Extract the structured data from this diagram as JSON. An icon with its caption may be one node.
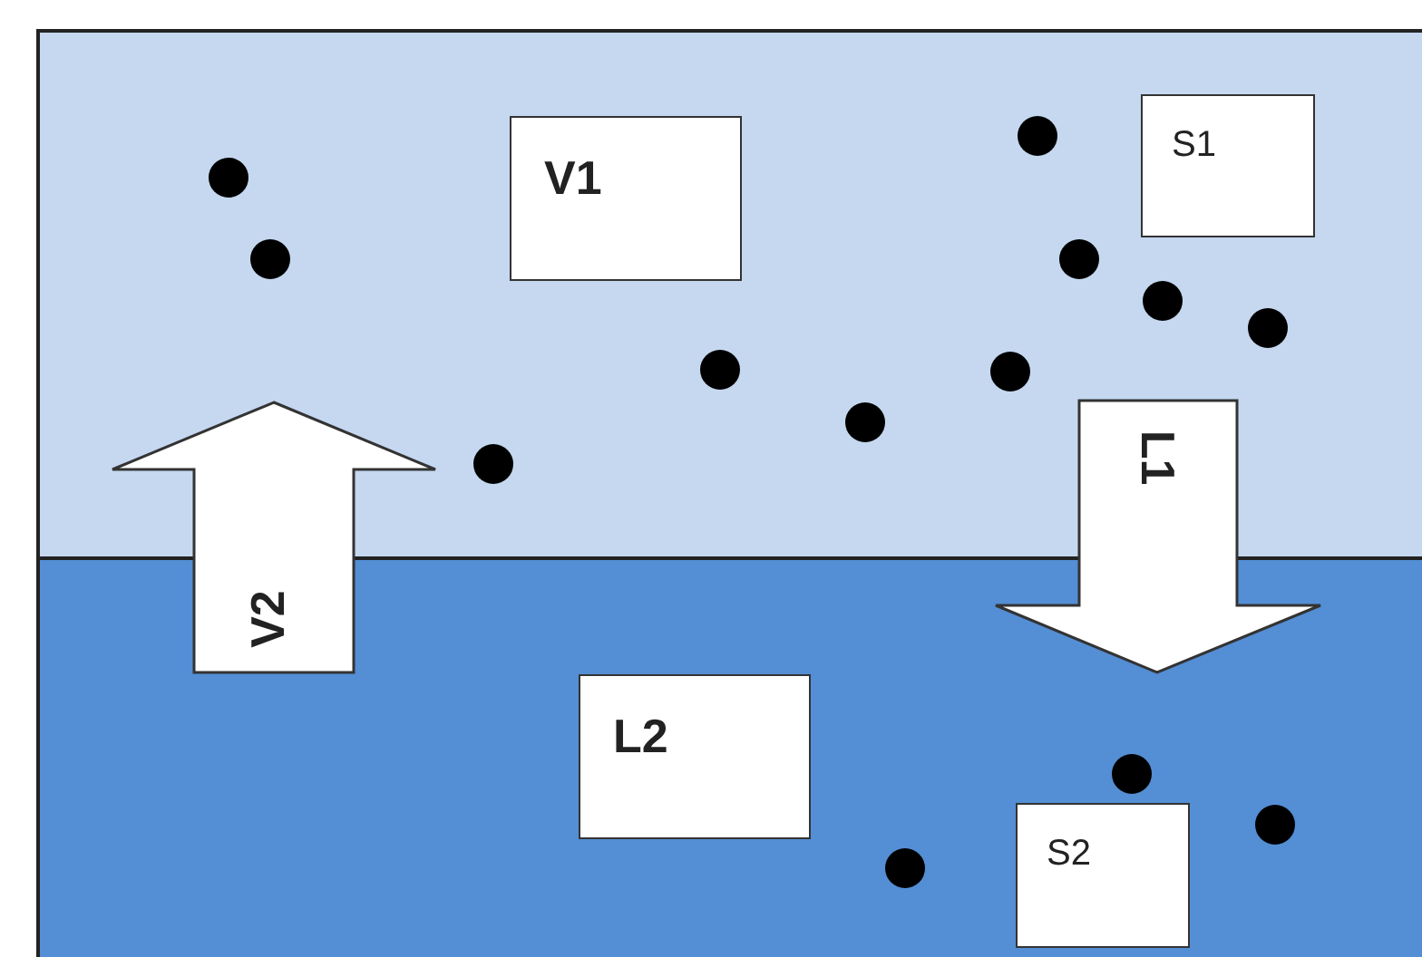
{
  "diagram": {
    "nodes": [
      {
        "text": [
          "V1"
        ]
      },
      {
        "text": [
          "S1"
        ]
      },
      {
        "text": [
          "V2"
        ]
      },
      {
        "text": [
          "L1"
        ]
      },
      {
        "text": [
          "L2"
        ]
      },
      {
        "text": [
          "S2"
        ]
      }
    ]
  }
}
